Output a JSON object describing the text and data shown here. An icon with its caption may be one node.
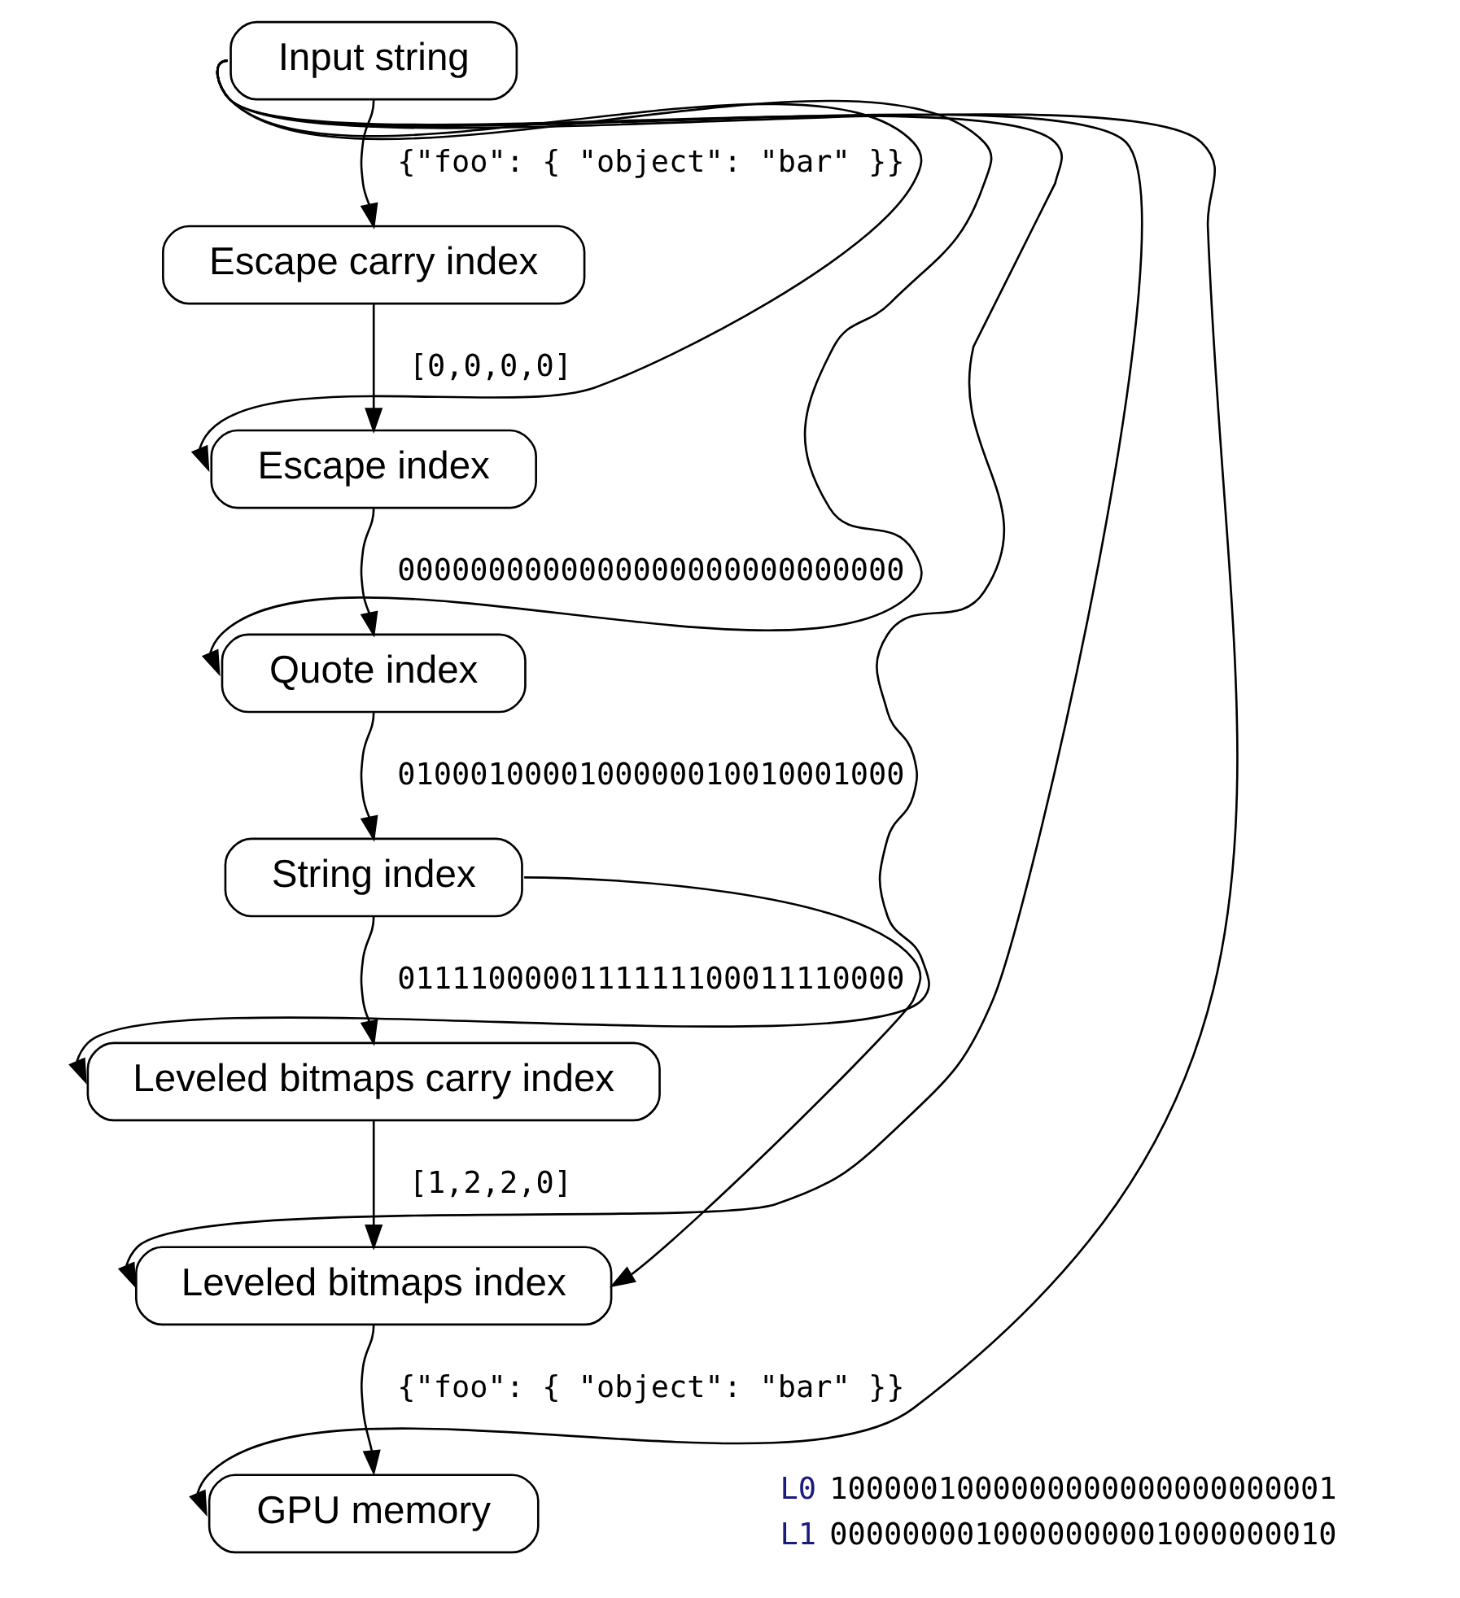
{
  "diagram": {
    "nodes": [
      {
        "text": [
          "Input string"
        ]
      },
      {
        "text": [
          "Escape carry index"
        ]
      },
      {
        "text": [
          "Escape index"
        ]
      },
      {
        "text": [
          "Quote index"
        ]
      },
      {
        "text": [
          "String index"
        ]
      },
      {
        "text": [
          "Leveled bitmaps carry index"
        ]
      },
      {
        "text": [
          "Leveled bitmaps index"
        ]
      },
      {
        "text": [
          "GPU memory"
        ]
      }
    ],
    "edges": [
      {
        "from": 0,
        "to": 1,
        "arrow": "to",
        "label": "{\"foo\": { \"object\": \"bar\" }}"
      },
      {
        "from": 1,
        "to": 2,
        "arrow": "to",
        "label": "[0,0,0,0]"
      },
      {
        "from": 2,
        "to": 3,
        "arrow": "to",
        "label": "0000000000000000000000000000"
      },
      {
        "from": 3,
        "to": 4,
        "arrow": "to",
        "label": "0100010000100000010010001000"
      },
      {
        "from": 4,
        "to": 5,
        "arrow": "to",
        "label": "0111100000111111100011110000"
      },
      {
        "from": 5,
        "to": 6,
        "arrow": "to",
        "label": "[1,2,2,0]"
      },
      {
        "from": 6,
        "to": 7,
        "arrow": "to",
        "label": "{\"foo\": { \"object\": \"bar\" }}"
      },
      {
        "from": 0,
        "to": 2,
        "arrow": "to"
      },
      {
        "from": 0,
        "to": 3,
        "arrow": "to"
      },
      {
        "from": 0,
        "to": 5,
        "arrow": "to"
      },
      {
        "from": 0,
        "to": 6,
        "arrow": "to"
      },
      {
        "from": 0,
        "to": 7,
        "arrow": "to"
      },
      {
        "from": 4,
        "to": 6,
        "arrow": "to"
      }
    ],
    "labels": [
      "L0",
      "1000001000000000000000000001",
      "L1",
      "0000000010000000001000000010"
    ]
  }
}
